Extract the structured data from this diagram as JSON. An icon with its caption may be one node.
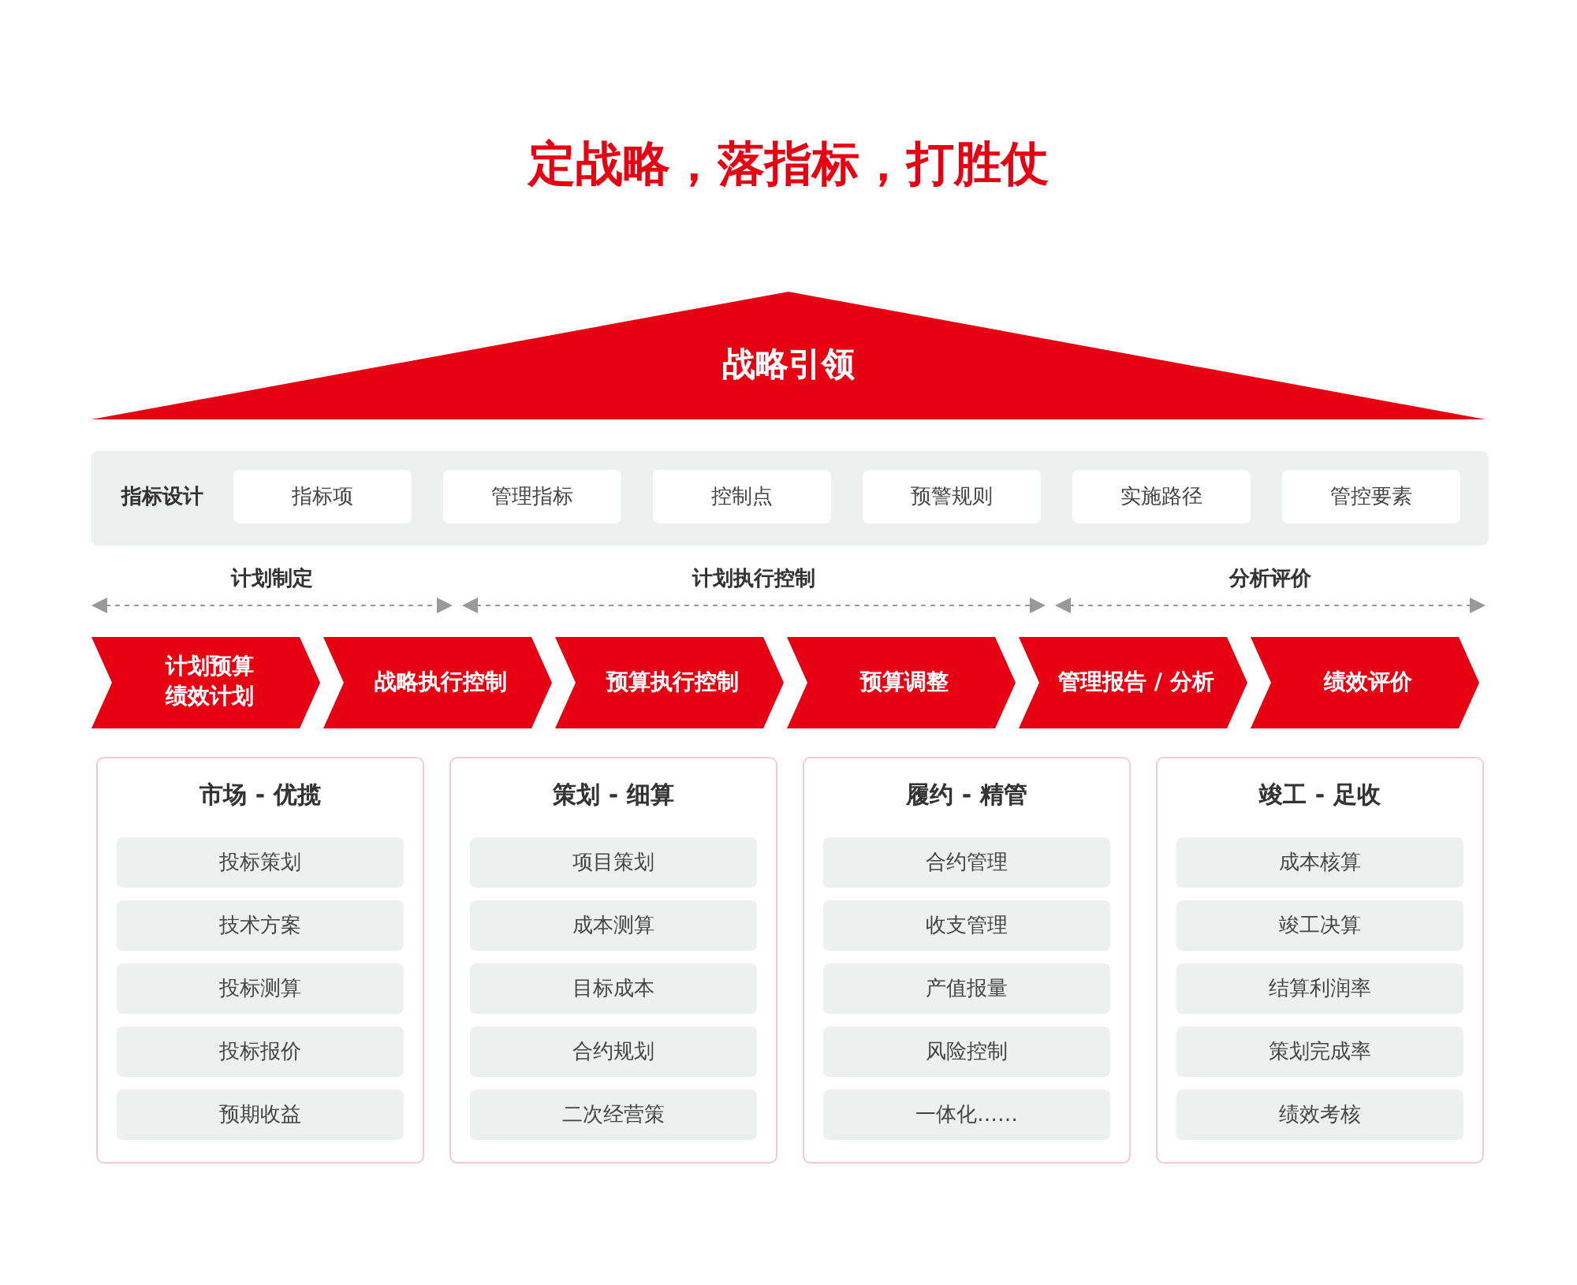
{
  "diagram": {
    "title": "定战略，落指标，打胜仗",
    "nodes": [
      {
        "text": [
          "战略引领"
        ]
      },
      {
        "text": [
          "指标设计"
        ]
      },
      {
        "text": [
          "指标项"
        ],
        "in": 1
      },
      {
        "text": [
          "管理指标"
        ],
        "in": 1
      },
      {
        "text": [
          "控制点"
        ],
        "in": 1
      },
      {
        "text": [
          "预警规则"
        ],
        "in": 1
      },
      {
        "text": [
          "实施路径"
        ],
        "in": 1
      },
      {
        "text": [
          "管控要素"
        ],
        "in": 1
      },
      {
        "text": [
          "计划预算绩效计划"
        ]
      },
      {
        "text": [
          "战略执行控制"
        ]
      },
      {
        "text": [
          "预算执行控制"
        ]
      },
      {
        "text": [
          "预算调整"
        ]
      },
      {
        "text": [
          "管理报告 / 分析"
        ]
      },
      {
        "text": [
          "绩效评价"
        ]
      },
      {
        "text": [
          "市场 - 优揽"
        ]
      },
      {
        "text": [
          "投标策划"
        ],
        "in": 14
      },
      {
        "text": [
          "技术方案"
        ],
        "in": 14
      },
      {
        "text": [
          "投标测算"
        ],
        "in": 14
      },
      {
        "text": [
          "投标报价"
        ],
        "in": 14
      },
      {
        "text": [
          "预期收益"
        ],
        "in": 14
      },
      {
        "text": [
          "策划 - 细算"
        ]
      },
      {
        "text": [
          "项目策划"
        ],
        "in": 20
      },
      {
        "text": [
          "成本测算"
        ],
        "in": 20
      },
      {
        "text": [
          "目标成本"
        ],
        "in": 20
      },
      {
        "text": [
          "合约规划"
        ],
        "in": 20
      },
      {
        "text": [
          "二次经营策"
        ],
        "in": 20
      },
      {
        "text": [
          "履约 - 精管"
        ]
      },
      {
        "text": [
          "合约管理"
        ],
        "in": 26
      },
      {
        "text": [
          "收支管理"
        ],
        "in": 26
      },
      {
        "text": [
          "产值报量"
        ],
        "in": 26
      },
      {
        "text": [
          "风险控制"
        ],
        "in": 26
      },
      {
        "text": [
          "一体化……"
        ],
        "in": 26
      },
      {
        "text": [
          "竣工 - 足收"
        ]
      },
      {
        "text": [
          "成本核算"
        ],
        "in": 32
      },
      {
        "text": [
          "竣工决算"
        ],
        "in": 32
      },
      {
        "text": [
          "结算利润率"
        ],
        "in": 32
      },
      {
        "text": [
          "策划完成率"
        ],
        "in": 32
      },
      {
        "text": [
          "绩效考核"
        ],
        "in": 32
      }
    ],
    "labels": [
      "计划制定",
      "计划执行控制",
      "分析评价"
    ]
  }
}
